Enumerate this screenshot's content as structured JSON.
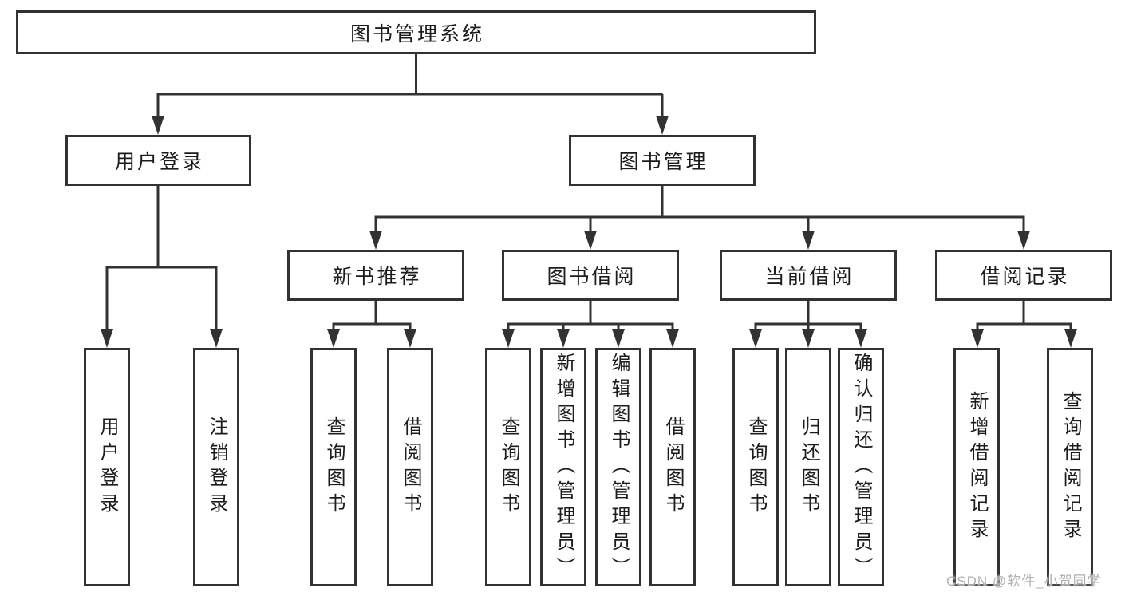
{
  "diagram": {
    "title": "图书管理系统",
    "type": "hierarchy",
    "colors": {
      "line": "#323232",
      "box_border": "#323232",
      "text": "#1c1c1c",
      "background": "#ffffff",
      "watermark": "#b0b0b0"
    },
    "nodes": {
      "root": {
        "label": "图书管理系统"
      },
      "level2": {
        "user_login": {
          "label": "用户登录"
        },
        "book_management": {
          "label": "图书管理"
        }
      },
      "level3": {
        "new_book_recommend": {
          "label": "新书推荐"
        },
        "book_borrowing": {
          "label": "图书借阅"
        },
        "current_borrowing": {
          "label": "当前借阅"
        },
        "borrowing_records": {
          "label": "借阅记录"
        }
      },
      "leaves": {
        "user_login_action": {
          "label": "用户登录"
        },
        "logout": {
          "label": "注销登录"
        },
        "nb_query_book": {
          "label": "查询图书"
        },
        "nb_borrow_book": {
          "label": "借阅图书"
        },
        "bb_query_book": {
          "label": "查询图书"
        },
        "bb_add_book_admin": {
          "label": "新增图书（管理员）"
        },
        "bb_edit_book_admin": {
          "label": "编辑图书（管理员）"
        },
        "bb_borrow_book": {
          "label": "借阅图书"
        },
        "cb_query_book": {
          "label": "查询图书"
        },
        "cb_return_book": {
          "label": "归还图书"
        },
        "cb_confirm_return_admin": {
          "label": "确认归还（管理员）"
        },
        "br_add_record": {
          "label": "新增借阅记录"
        },
        "br_query_record": {
          "label": "查询借阅记录"
        }
      }
    },
    "structure": {
      "图书管理系统": [
        "用户登录",
        "图书管理"
      ],
      "用户登录": [
        "用户登录",
        "注销登录"
      ],
      "图书管理": [
        "新书推荐",
        "图书借阅",
        "当前借阅",
        "借阅记录"
      ],
      "新书推荐": [
        "查询图书",
        "借阅图书"
      ],
      "图书借阅": [
        "查询图书",
        "新增图书（管理员）",
        "编辑图书（管理员）",
        "借阅图书"
      ],
      "当前借阅": [
        "查询图书",
        "归还图书",
        "确认归还（管理员）"
      ],
      "借阅记录": [
        "新增借阅记录",
        "查询借阅记录"
      ]
    },
    "watermark": "CSDN @软件_小贺同学"
  }
}
